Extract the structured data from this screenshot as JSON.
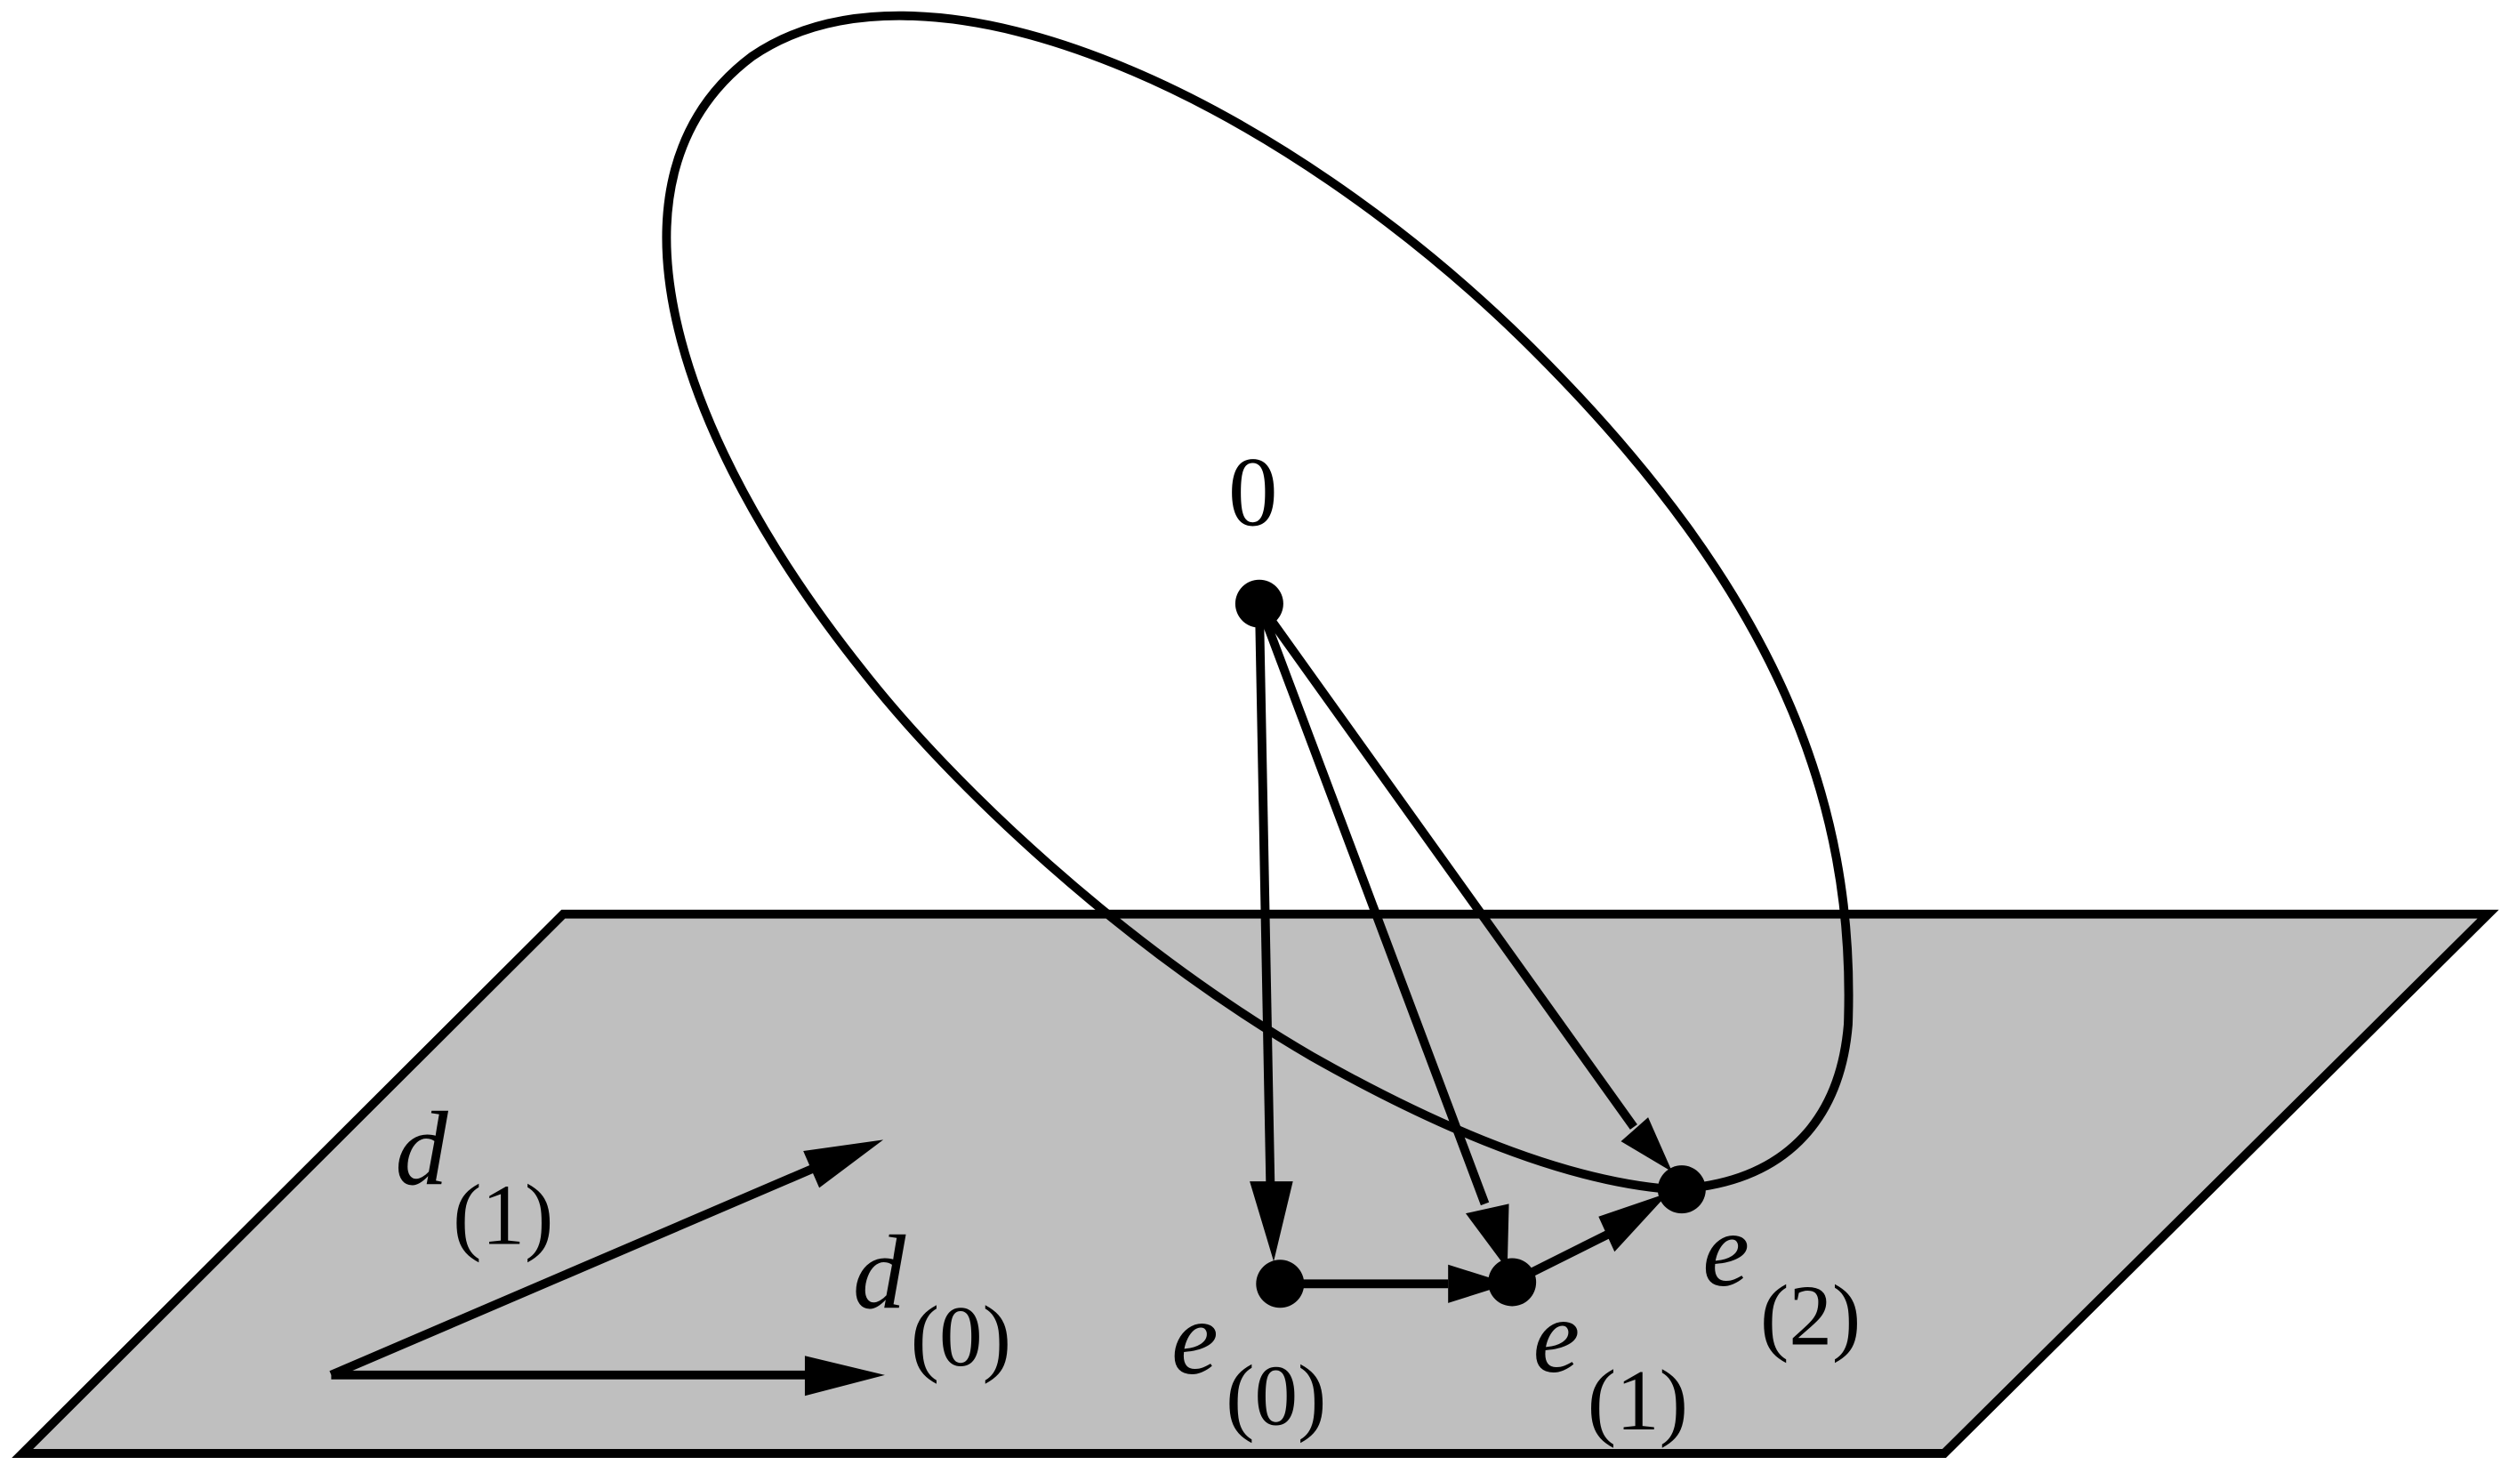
{
  "diagram": {
    "origin_label": "0",
    "points": {
      "e0": {
        "base": "e",
        "sub": "(0)"
      },
      "e1": {
        "base": "e",
        "sub": "(1)"
      },
      "e2": {
        "base": "e",
        "sub": "(2)"
      }
    },
    "directions": {
      "d0": {
        "base": "d",
        "sub": "(0)"
      },
      "d1": {
        "base": "d",
        "sub": "(1)"
      }
    },
    "colors": {
      "plane_fill": "#bfbfbf",
      "stroke": "#000000",
      "background": "#ffffff"
    }
  }
}
